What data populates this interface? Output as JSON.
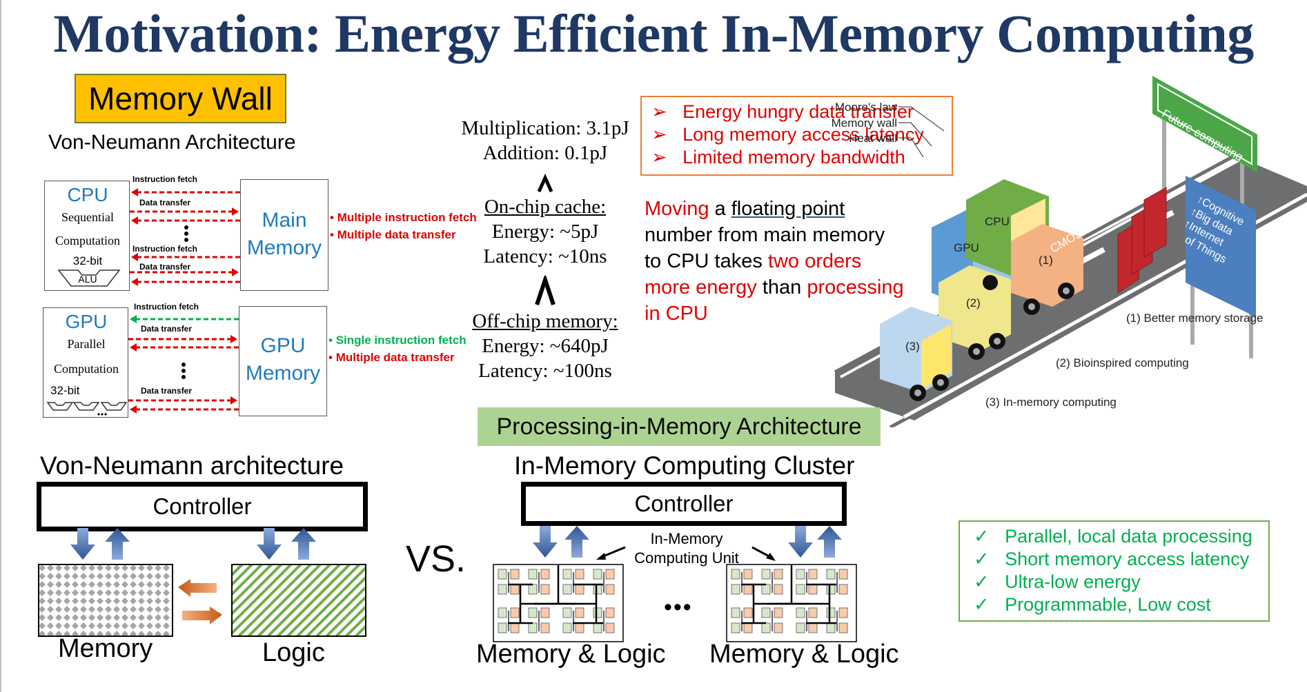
{
  "slide": {
    "title": "Motivation: Energy Efficient In-Memory Computing"
  },
  "memory_wall": {
    "label": "Memory Wall",
    "vn_title": "Von-Neumann Architecture",
    "cpu_block": {
      "name": "CPU",
      "line1": "Sequential",
      "line2": "Computation",
      "bits": "32-bit",
      "alu": "ALU",
      "memory_line1": "Main",
      "memory_line2": "Memory",
      "arrows": [
        "Instruction fetch",
        "Data transfer",
        "Instruction fetch",
        "Data transfer"
      ],
      "bullets": [
        {
          "text": "Multiple instruction fetch",
          "color": "#e00000"
        },
        {
          "text": "Multiple data transfer",
          "color": "#e00000"
        }
      ]
    },
    "gpu_block": {
      "name": "GPU",
      "line1": "Parallel",
      "line2": "Computation",
      "bits": "32-bit",
      "memory_line1": "GPU",
      "memory_line2": "Memory",
      "arrows": [
        "Instruction fetch",
        "Data transfer",
        "Data transfer"
      ],
      "bullets": [
        {
          "text": "Single instruction fetch",
          "color": "#00b050"
        },
        {
          "text": "Multiple data transfer",
          "color": "#e00000"
        }
      ]
    }
  },
  "energy_hierarchy": {
    "compute": [
      "Multiplication: 3.1pJ",
      "Addition: 0.1pJ"
    ],
    "on_chip": {
      "title": "On-chip cache:",
      "energy": "Energy: ~5pJ",
      "latency": "Latency: ~10ns"
    },
    "off_chip": {
      "title": "Off-chip memory:",
      "energy": "Energy: ~640pJ",
      "latency": "Latency: ~100ns"
    }
  },
  "problems": [
    "Energy hungry data transfer",
    "Long memory access latency",
    "Limited memory bandwidth"
  ],
  "moving_text": {
    "w1": "Moving",
    "w2": " a ",
    "w3": "floating point",
    "w4": "number from main memory",
    "w5": "to CPU takes ",
    "w6": "two orders",
    "w7": "more energy",
    "w8": " than ",
    "w9": "processing",
    "w10": "in CPU"
  },
  "illustration": {
    "sign_future": "Future computing",
    "walls": [
      "Moore's law",
      "Memory wall",
      "Heat wall"
    ],
    "sign_blue": [
      "↑Cognitive",
      "↑Big data",
      "↑Internet",
      "of Things"
    ],
    "vehicles": [
      "GPU",
      "CPU",
      "CMOS",
      "(1)",
      "(2)",
      "(3)"
    ],
    "captions": [
      "(1) Better memory storage",
      "(2) Bioinspired computing",
      "(3) In-memory computing"
    ]
  },
  "pim": {
    "banner": "Processing-in-Memory Architecture",
    "vn_arch_title": "Von-Neumann architecture",
    "controller": "Controller",
    "memory_label": "Memory",
    "logic_label": "Logic",
    "vs": "VS.",
    "cluster_title": "In-Memory Computing Cluster",
    "imc_unit_line1": "In-Memory",
    "imc_unit_line2": "Computing Unit",
    "ml_label": "Memory & Logic",
    "ellipsis": "•••"
  },
  "benefits": [
    "Parallel, local data processing",
    "Short memory access latency",
    "Ultra-low energy",
    "Programmable, Low cost"
  ],
  "colors": {
    "title": "#1f3864",
    "red": "#e00000",
    "green": "#00b050",
    "orange_border": "#ed7d31",
    "memory_wall_bg": "#ffc000",
    "pim_banner_bg": "#a9d18e",
    "blue_text": "#1f7bc0"
  }
}
